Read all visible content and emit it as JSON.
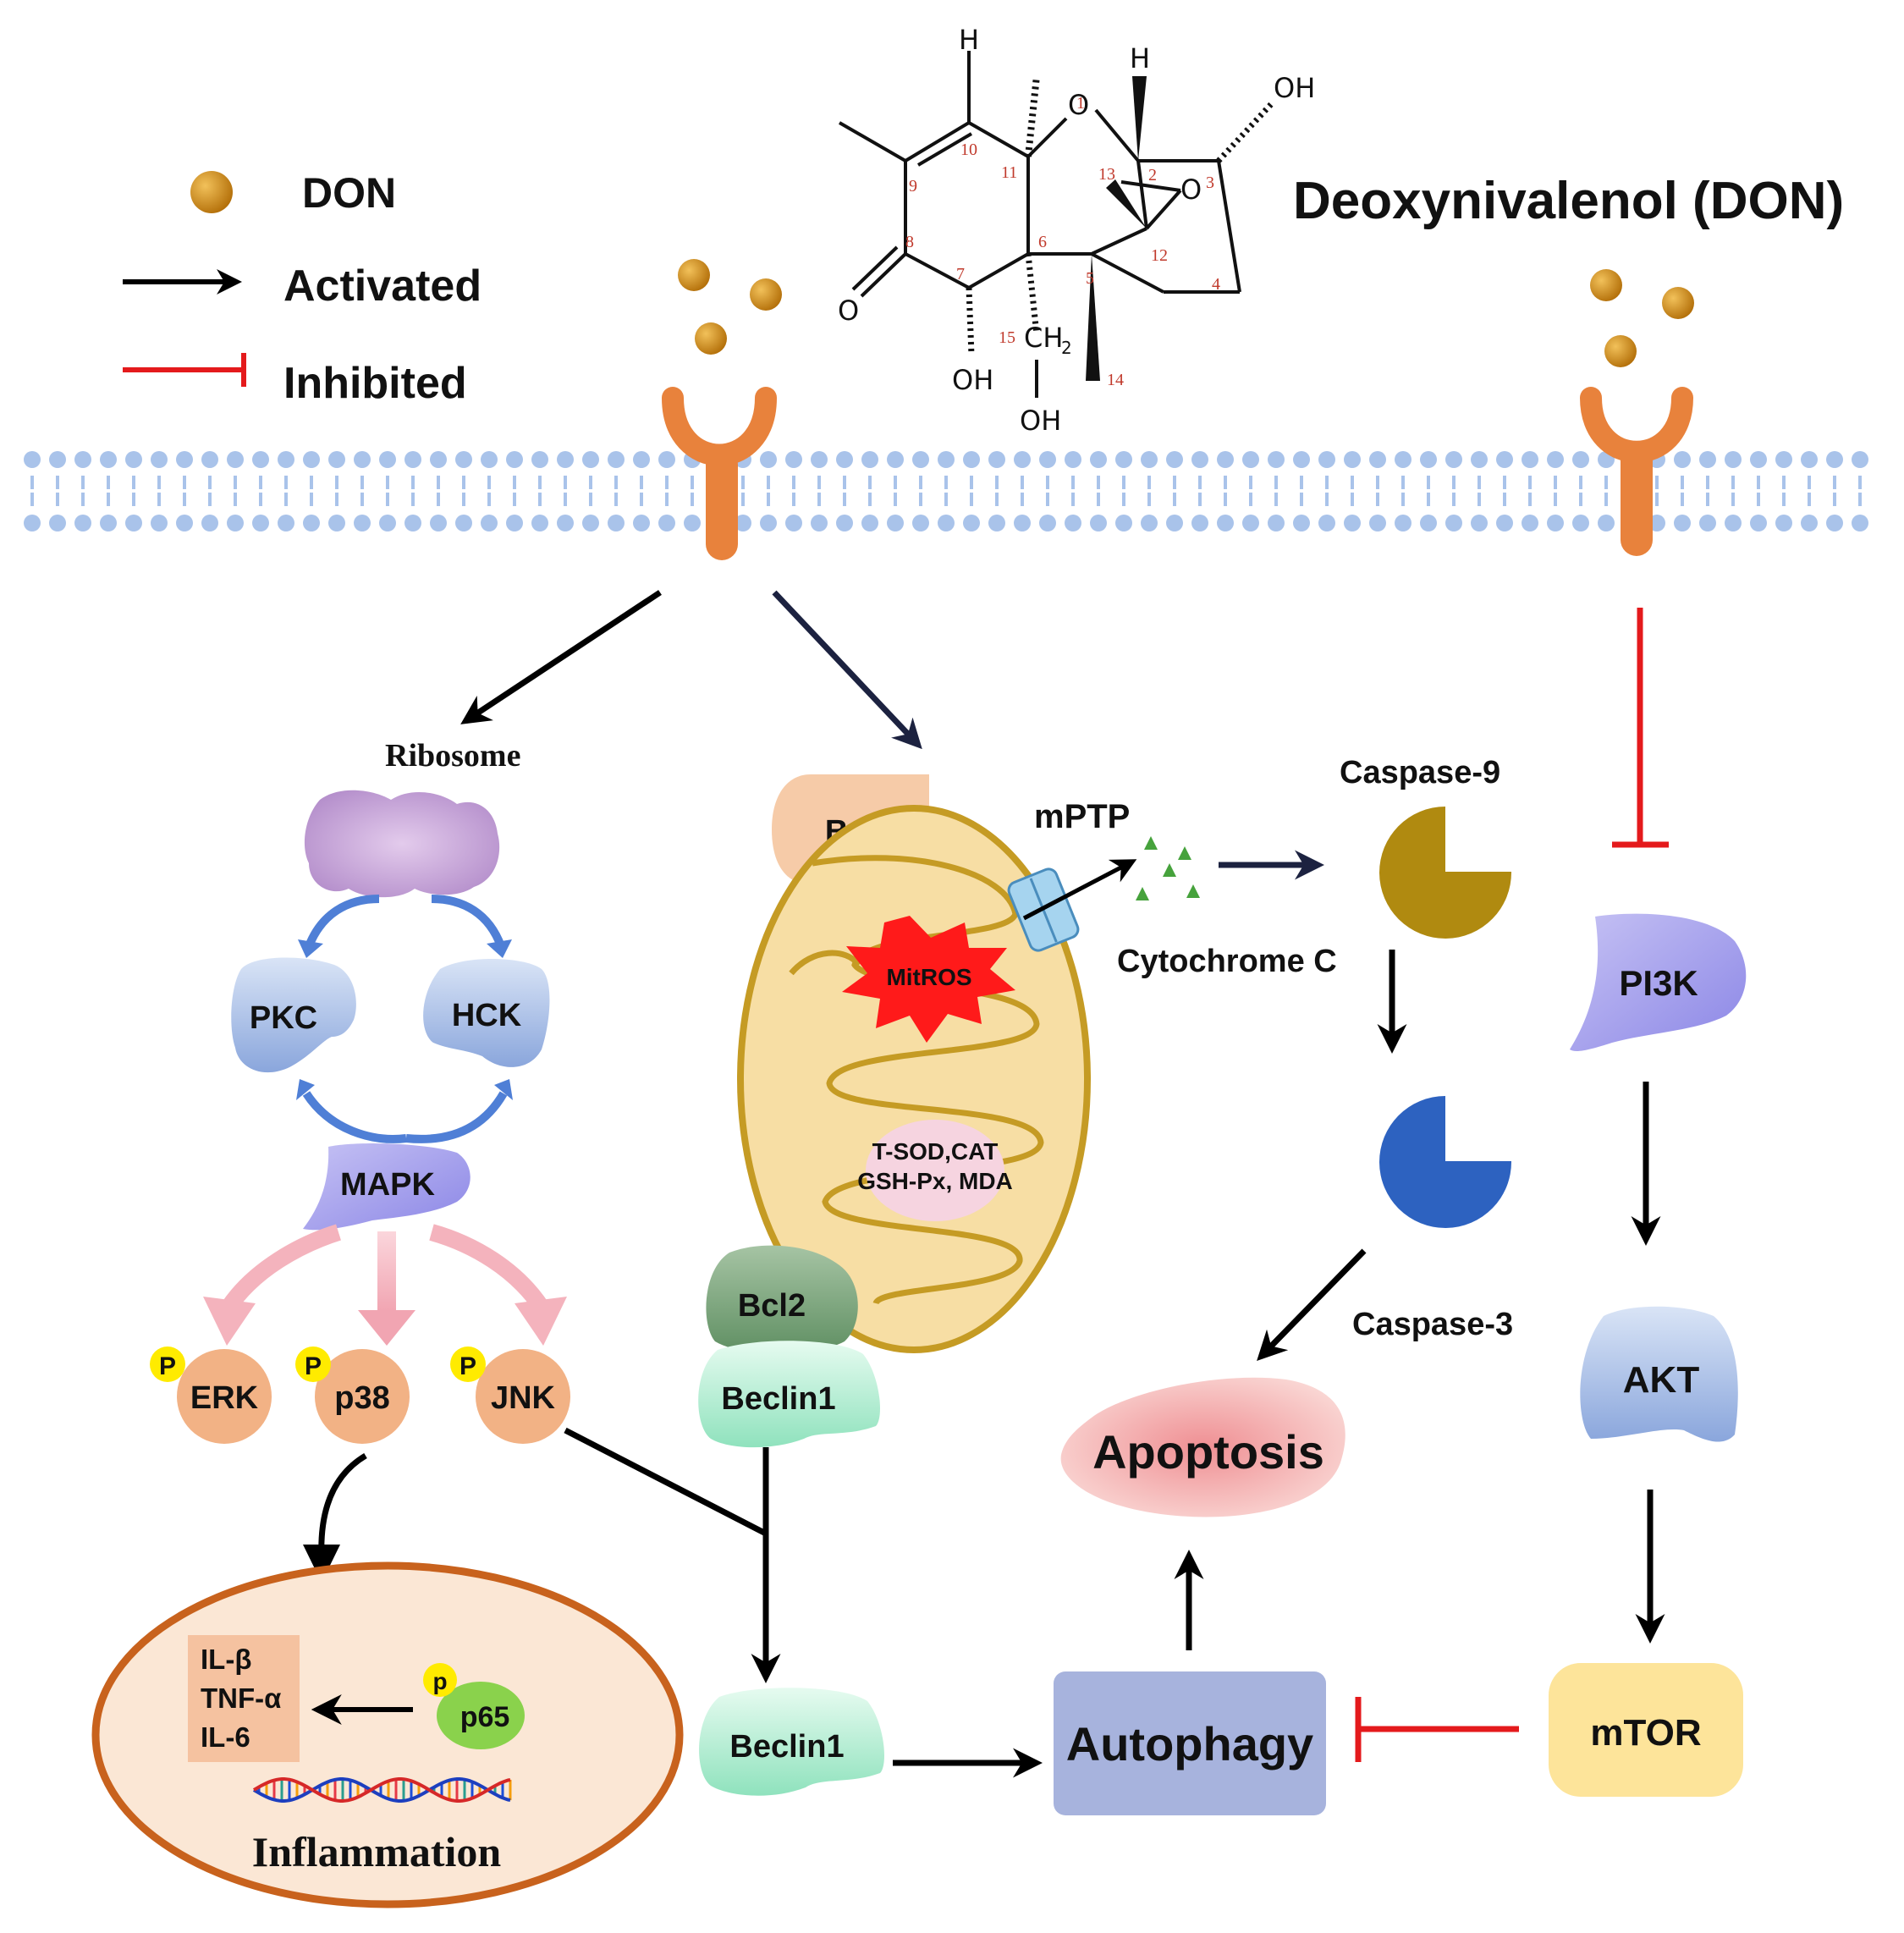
{
  "legend": {
    "don_label": "DON",
    "activated_label": "Activated",
    "inhibited_label": "Inhibited"
  },
  "molecule": {
    "title": "Deoxynivalenol (DON)",
    "atoms": {
      "h_top": "H",
      "h_right": "H",
      "oh_top_right": "OH",
      "oh_left": "OH",
      "oh_bottom": "OH",
      "o_ketone": "O",
      "o_ring": "O",
      "o_epoxide": "O",
      "ch2": "CH",
      "ch2_sub": "2"
    },
    "numbers": [
      "1",
      "2",
      "3",
      "4",
      "5",
      "6",
      "7",
      "8",
      "9",
      "10",
      "11",
      "12",
      "13",
      "14",
      "15"
    ]
  },
  "left_pathway": {
    "ribosome": "Ribosome",
    "pkc": "PKC",
    "hck": "HCK",
    "mapk": "MAPK",
    "erk": "ERK",
    "p38": "p38",
    "jnk": "JNK",
    "phospho": "P"
  },
  "inflammation": {
    "cytokines": [
      "IL-β",
      "TNF-α",
      "IL-6"
    ],
    "p65": "p65",
    "phospho": "p",
    "title": "Inflammation"
  },
  "mito_pathway": {
    "bax": "BAX",
    "mptp": "mPTP",
    "mitros": "MitROS",
    "antioxidants_line1": "T-SOD,CAT",
    "antioxidants_line2": "GSH-Px, MDA",
    "bcl2": "Bcl2",
    "beclin1_top": "Beclin1",
    "beclin1_bottom": "Beclin1",
    "cytochrome_c": "Cytochrome C",
    "caspase9": "Caspase-9",
    "caspase3": "Caspase-3",
    "apoptosis": "Apoptosis",
    "autophagy": "Autophagy"
  },
  "right_pathway": {
    "pi3k": "PI3K",
    "akt": "AKT",
    "mtor": "mTOR"
  },
  "colors": {
    "don_particle": "#c98a1a",
    "receptor": "#e8823c",
    "membrane": "#a9c3ea",
    "activated_arrow": "#000000",
    "inhibited_arrow": "#e41a1c",
    "mitochondrion": "#f7dea4",
    "caspase9": "#b08a10",
    "caspase3": "#2d62c0",
    "autophagy": "#a7b3dd",
    "mtor": "#fde49a",
    "apoptosis": "#f1a3a3"
  }
}
